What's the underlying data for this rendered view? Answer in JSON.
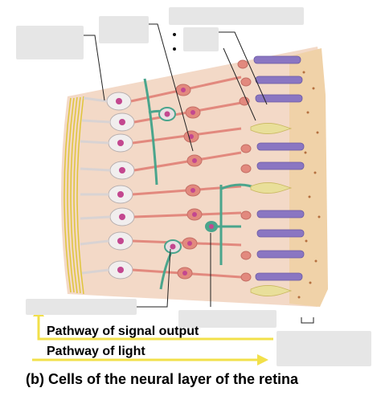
{
  "figure": {
    "caption": "(b) Cells of the neural layer of the retina",
    "arrows": {
      "signal_output": "Pathway of signal output",
      "light": "Pathway of light"
    },
    "colors": {
      "background_tissue": "#f3d9c7",
      "fiber_yellow": "#e8d24a",
      "ganglion_cell": "#f1eeee",
      "nucleus": "#c3478f",
      "bipolar_cell": "#e2897e",
      "amacrine_horizontal": "#4aa58c",
      "rod": "#8a76c2",
      "cone": "#e9df9a",
      "pigment_epithelium": "#f0d2a8",
      "arrow": "#f2e04a",
      "label_placeholder": "#e6e6e6"
    }
  }
}
